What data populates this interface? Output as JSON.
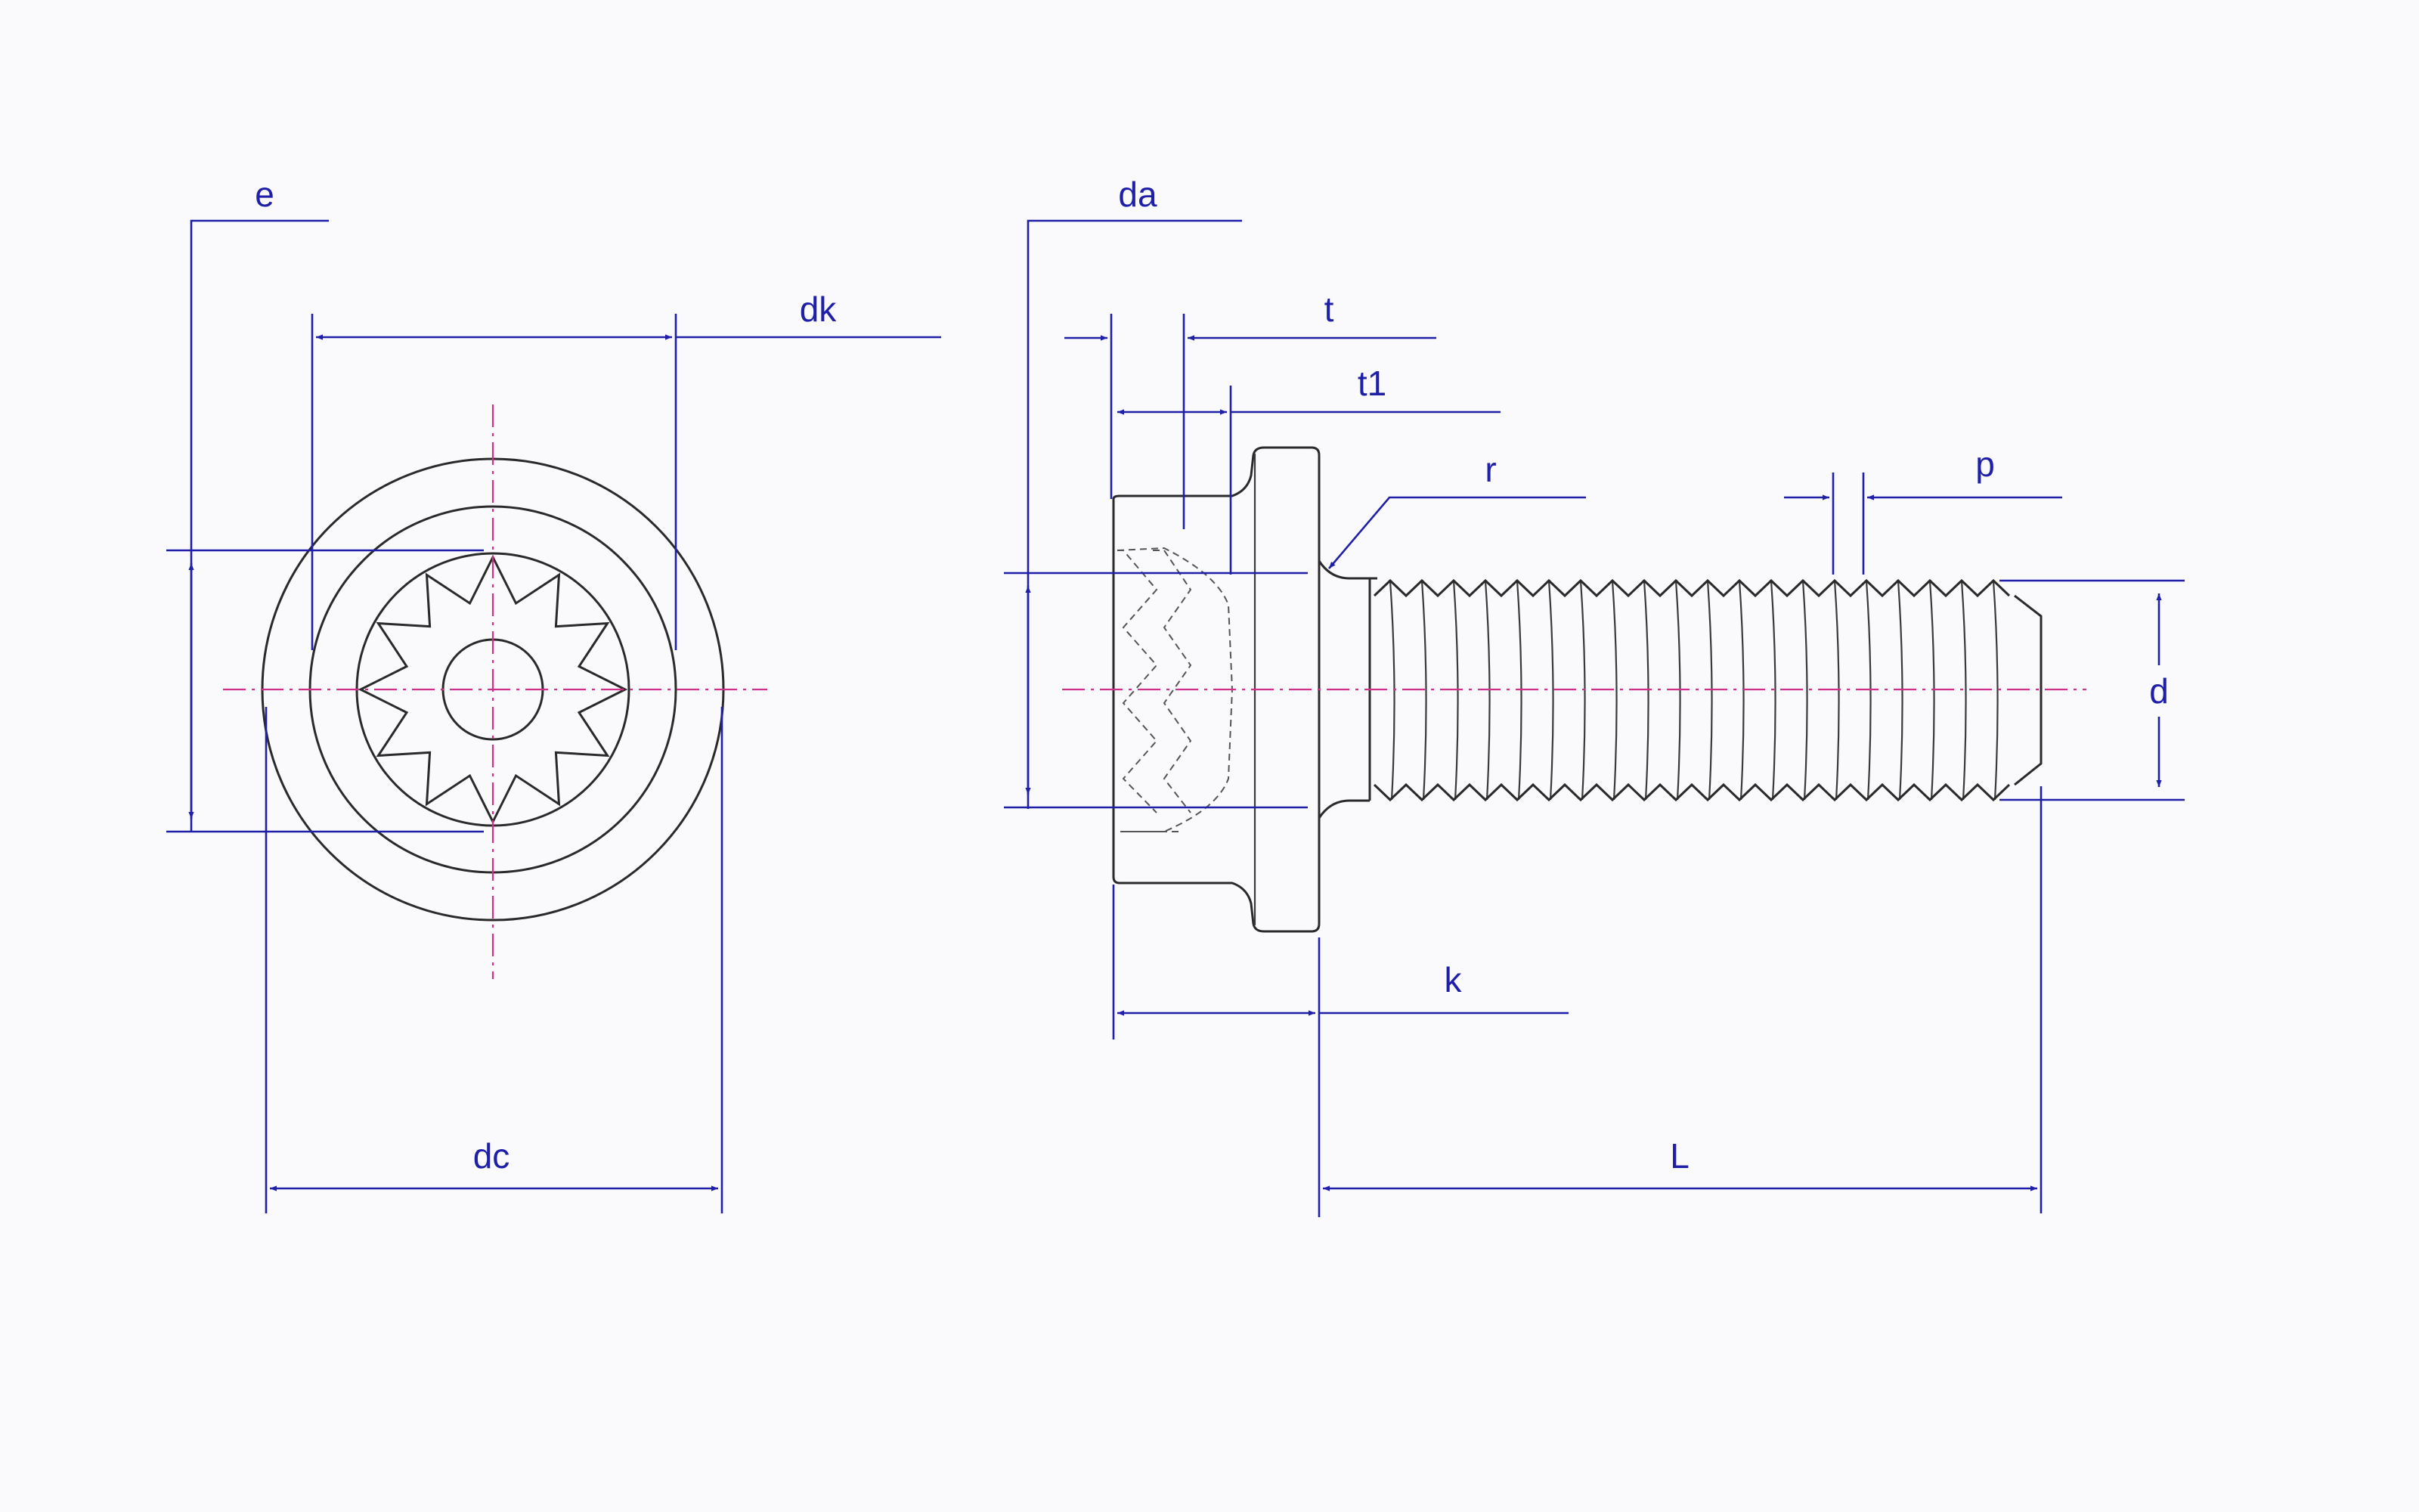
{
  "labels": {
    "e": "e",
    "dk": "dk",
    "dc": "dc",
    "da": "da",
    "t": "t",
    "t1": "t1",
    "r": "r",
    "p": "p",
    "d": "d",
    "k": "k",
    "L": "L"
  },
  "colors": {
    "dimension": "#1f1fa8",
    "centerline": "#d0308a",
    "outline": "#2a2a2a",
    "background": "#fafafc"
  },
  "drive": {
    "type": "12-point socket",
    "points": 12
  }
}
